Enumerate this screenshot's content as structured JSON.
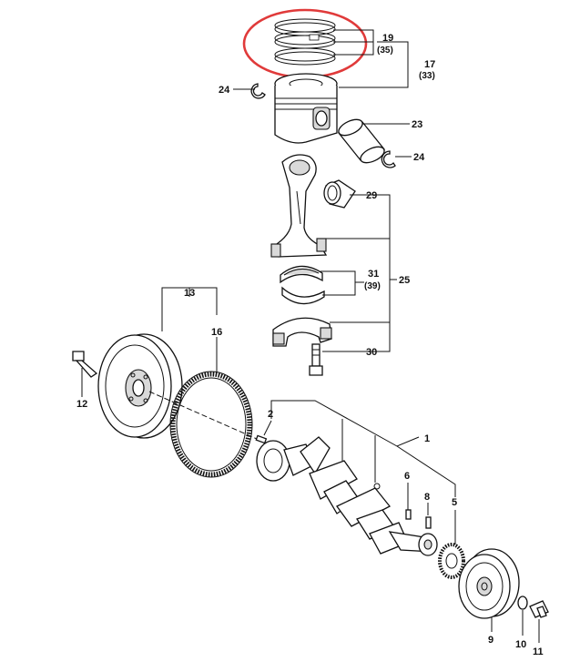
{
  "diagram": {
    "labels": {
      "p1": "1",
      "p2": "2",
      "p5": "5",
      "p6": "6",
      "p8": "8",
      "p9": "9",
      "p10": "10",
      "p11": "11",
      "p12": "12",
      "p13": "13",
      "p16": "16",
      "p17": "17",
      "p17b": "(33)",
      "p19": "19",
      "p19b": "(35)",
      "p23": "23",
      "p24a": "24",
      "p24b": "24",
      "p25": "25",
      "p29": "29",
      "p30": "30",
      "p31": "31",
      "p31b": "(39)"
    },
    "colors": {
      "highlight": "#e03a3a",
      "ink": "#111111",
      "shade": "#d9d9d9"
    }
  }
}
